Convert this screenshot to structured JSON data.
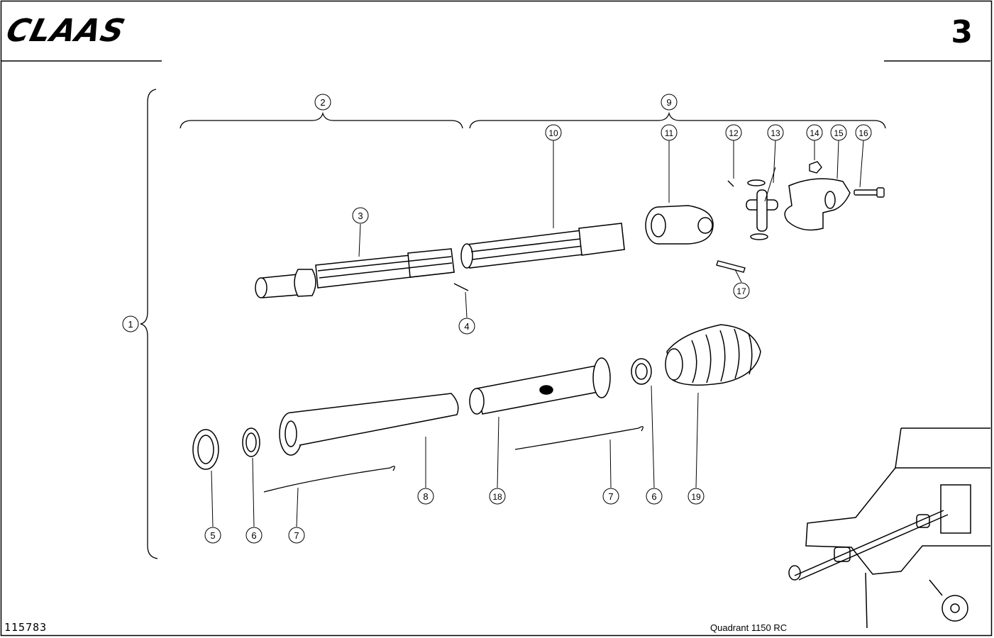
{
  "header": {
    "brand": "CLAAS",
    "page_number": "3"
  },
  "footer": {
    "drawing_number": "115783",
    "model": "Quadrant 1150 RC"
  },
  "callouts": [
    "1",
    "2",
    "3",
    "4",
    "5",
    "6",
    "6",
    "7",
    "7",
    "8",
    "9",
    "10",
    "11",
    "12",
    "13",
    "14",
    "15",
    "16",
    "17",
    "18",
    "19"
  ]
}
